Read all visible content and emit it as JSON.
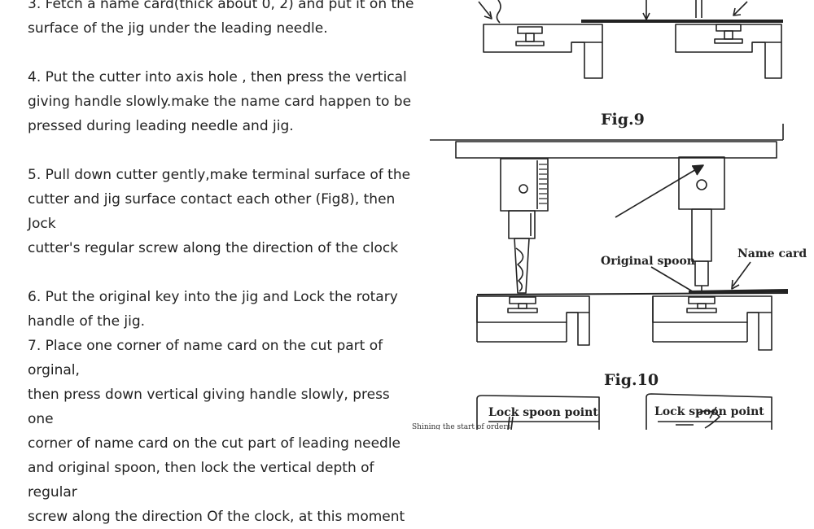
{
  "instructions": {
    "step3_l1": "3. Fetch a name card(thick about 0, 2) and put it on the",
    "step3_l2": "surface of the jig under the leading needle.",
    "step4_l1": "4. Put the cutter into axis hole , then press the vertical",
    "step4_l2": "giving handle slowly.make the name card happen to be",
    "step4_l3": "pressed during leading needle and jig.",
    "step5_l1": "5. Pull down cutter gently,make terminal surface of the",
    "step5_l2": "cutter and jig surface contact each other (Fig8), then Jock",
    "step5_l3": "cutter's regular screw along the direction of the clock",
    "step6_l1": "6. Put the original key into the jig and Lock the rotary",
    "step6_l2": "handle of the jig.",
    "step7_l1": "7. Place one corner of name card on the cut part of orginal,",
    "step7_l2": "then press down vertical giving handle slowly, press one",
    "step7_l3": "corner of name card on the cut part of leading needle",
    "step7_l4": "and original spoon, then lock the vertical depth of regular",
    "step7_l5": "screw along the direction Of the clock, at this moment"
  },
  "figures": {
    "fig9_label": "Fig.9",
    "fig10_label": "Fig.10",
    "original_spoon_label": "Original spoon",
    "name_card_label": "Name card",
    "lock_spoon_point_left": "Lock spoon point",
    "lock_spoon_point_right": "Lock spoon point",
    "shining_note": "Shining the start of orders"
  }
}
